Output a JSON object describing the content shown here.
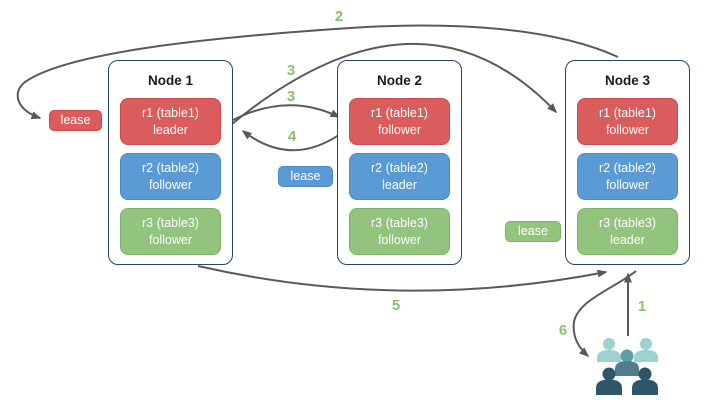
{
  "diagram": {
    "nodes": [
      {
        "title": "Node 1",
        "replicas": [
          {
            "name": "r1 (table1)",
            "role": "leader",
            "color": "red"
          },
          {
            "name": "r2 (table2)",
            "role": "follower",
            "color": "blue"
          },
          {
            "name": "r3 (table3)",
            "role": "follower",
            "color": "green"
          }
        ]
      },
      {
        "title": "Node 2",
        "replicas": [
          {
            "name": "r1 (table1)",
            "role": "follower",
            "color": "red"
          },
          {
            "name": "r2 (table2)",
            "role": "leader",
            "color": "blue"
          },
          {
            "name": "r3 (table3)",
            "role": "follower",
            "color": "green"
          }
        ]
      },
      {
        "title": "Node 3",
        "replicas": [
          {
            "name": "r1 (table1)",
            "role": "follower",
            "color": "red"
          },
          {
            "name": "r2 (table2)",
            "role": "follower",
            "color": "blue"
          },
          {
            "name": "r3 (table3)",
            "role": "leader",
            "color": "green"
          }
        ]
      }
    ],
    "leases": [
      {
        "label": "lease",
        "color": "#db5c5c"
      },
      {
        "label": "lease",
        "color": "#5b9bd5"
      },
      {
        "label": "lease",
        "color": "#93c47d"
      }
    ],
    "steps": {
      "s1": "1",
      "s2": "2",
      "s3_upper": "3",
      "s3_lower": "3",
      "s4": "4",
      "s5": "5",
      "s6": "6"
    },
    "icons": {
      "clients": "users-group-icon"
    },
    "colors": {
      "replica_red": "#db5c5c",
      "replica_red_border": "#cc4a4a",
      "replica_blue": "#5b9bd5",
      "replica_blue_border": "#4a8bc2",
      "replica_green": "#93c47d",
      "replica_green_border": "#7cb368",
      "node_border": "#24476f",
      "arrow": "#595959",
      "step_label": "#8bc06a",
      "clients_light": "#9ed1d1",
      "clients_medium": "#5fa0a6",
      "clients_medium_body": "#4f7d8c",
      "clients_dark": "#2e5669"
    }
  }
}
